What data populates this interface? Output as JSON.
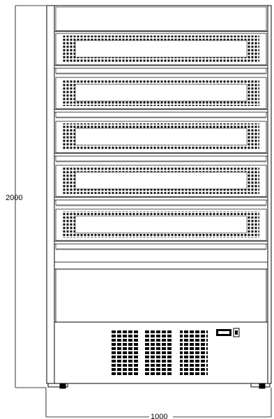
{
  "drawing": {
    "height_dimension": "2000",
    "width_dimension": "1000",
    "shelf_count": 5,
    "vent_grilles": 3,
    "colors": {
      "line": "#000000",
      "background": "#ffffff"
    },
    "icons": [
      "display-switch-icon",
      "indicator-icon"
    ]
  }
}
